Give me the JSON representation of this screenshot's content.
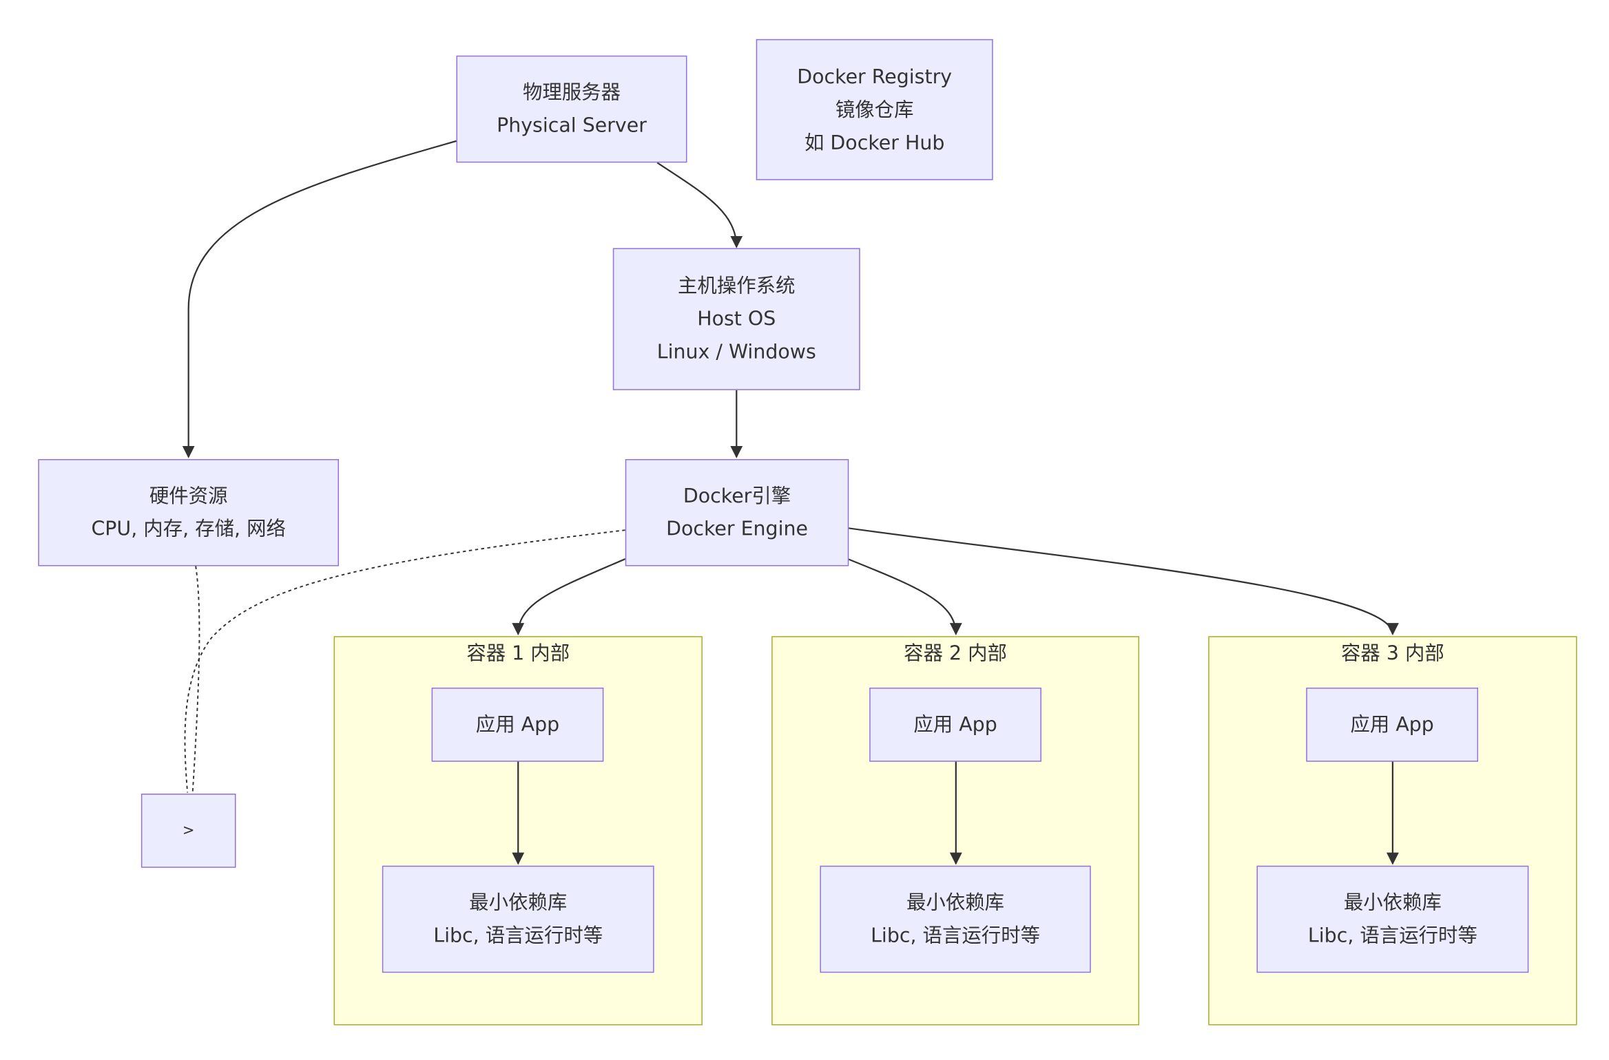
{
  "nodes": {
    "physical_server": {
      "line1": "物理服务器",
      "line2": "Physical Server"
    },
    "registry": {
      "line1": "Docker Registry",
      "line2": "镜像仓库",
      "line3": "如 Docker Hub"
    },
    "host_os": {
      "line1": "主机操作系统",
      "line2": "Host OS",
      "line3": "Linux / Windows"
    },
    "hardware": {
      "line1": "硬件资源",
      "line2": "CPU, 内存, 存储, 网络"
    },
    "docker_engine": {
      "line1": "Docker引擎",
      "line2": "Docker Engine"
    },
    "unnamed": {
      "label": ">"
    }
  },
  "containers": [
    {
      "title": "容器 1 内部",
      "app": "应用 App",
      "lib_line1": "最小依赖库",
      "lib_line2": "Libc, 语言运行时等"
    },
    {
      "title": "容器 2 内部",
      "app": "应用 App",
      "lib_line1": "最小依赖库",
      "lib_line2": "Libc, 语言运行时等"
    },
    {
      "title": "容器 3 内部",
      "app": "应用 App",
      "lib_line1": "最小依赖库",
      "lib_line2": "Libc, 语言运行时等"
    }
  ],
  "colors": {
    "node_fill": "#ececff",
    "node_border": "#9370db",
    "cluster_fill": "#ffffde",
    "cluster_border": "#aaaa33",
    "edge": "#333333",
    "text": "#333333"
  }
}
